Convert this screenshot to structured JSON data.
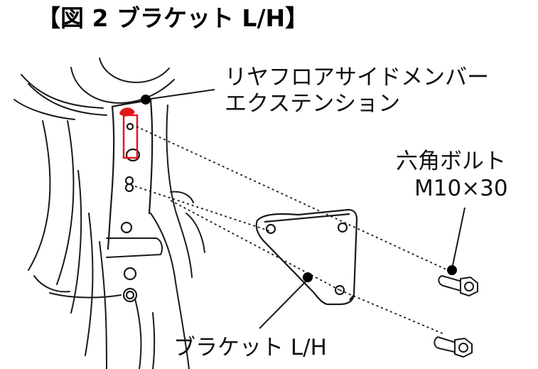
{
  "title": "【図 2 ブラケット L/H】",
  "callouts": {
    "extension": {
      "line1": "リヤフロアサイドメンバー",
      "line2": "エクステンション"
    },
    "bolt": {
      "line1": "六角ボルト",
      "line2": "M10×30"
    },
    "bracket": {
      "text": "ブラケット L/H"
    }
  },
  "colors": {
    "line": "#1a1a1a",
    "highlight": "#e4161b",
    "background": "#ffffff"
  }
}
